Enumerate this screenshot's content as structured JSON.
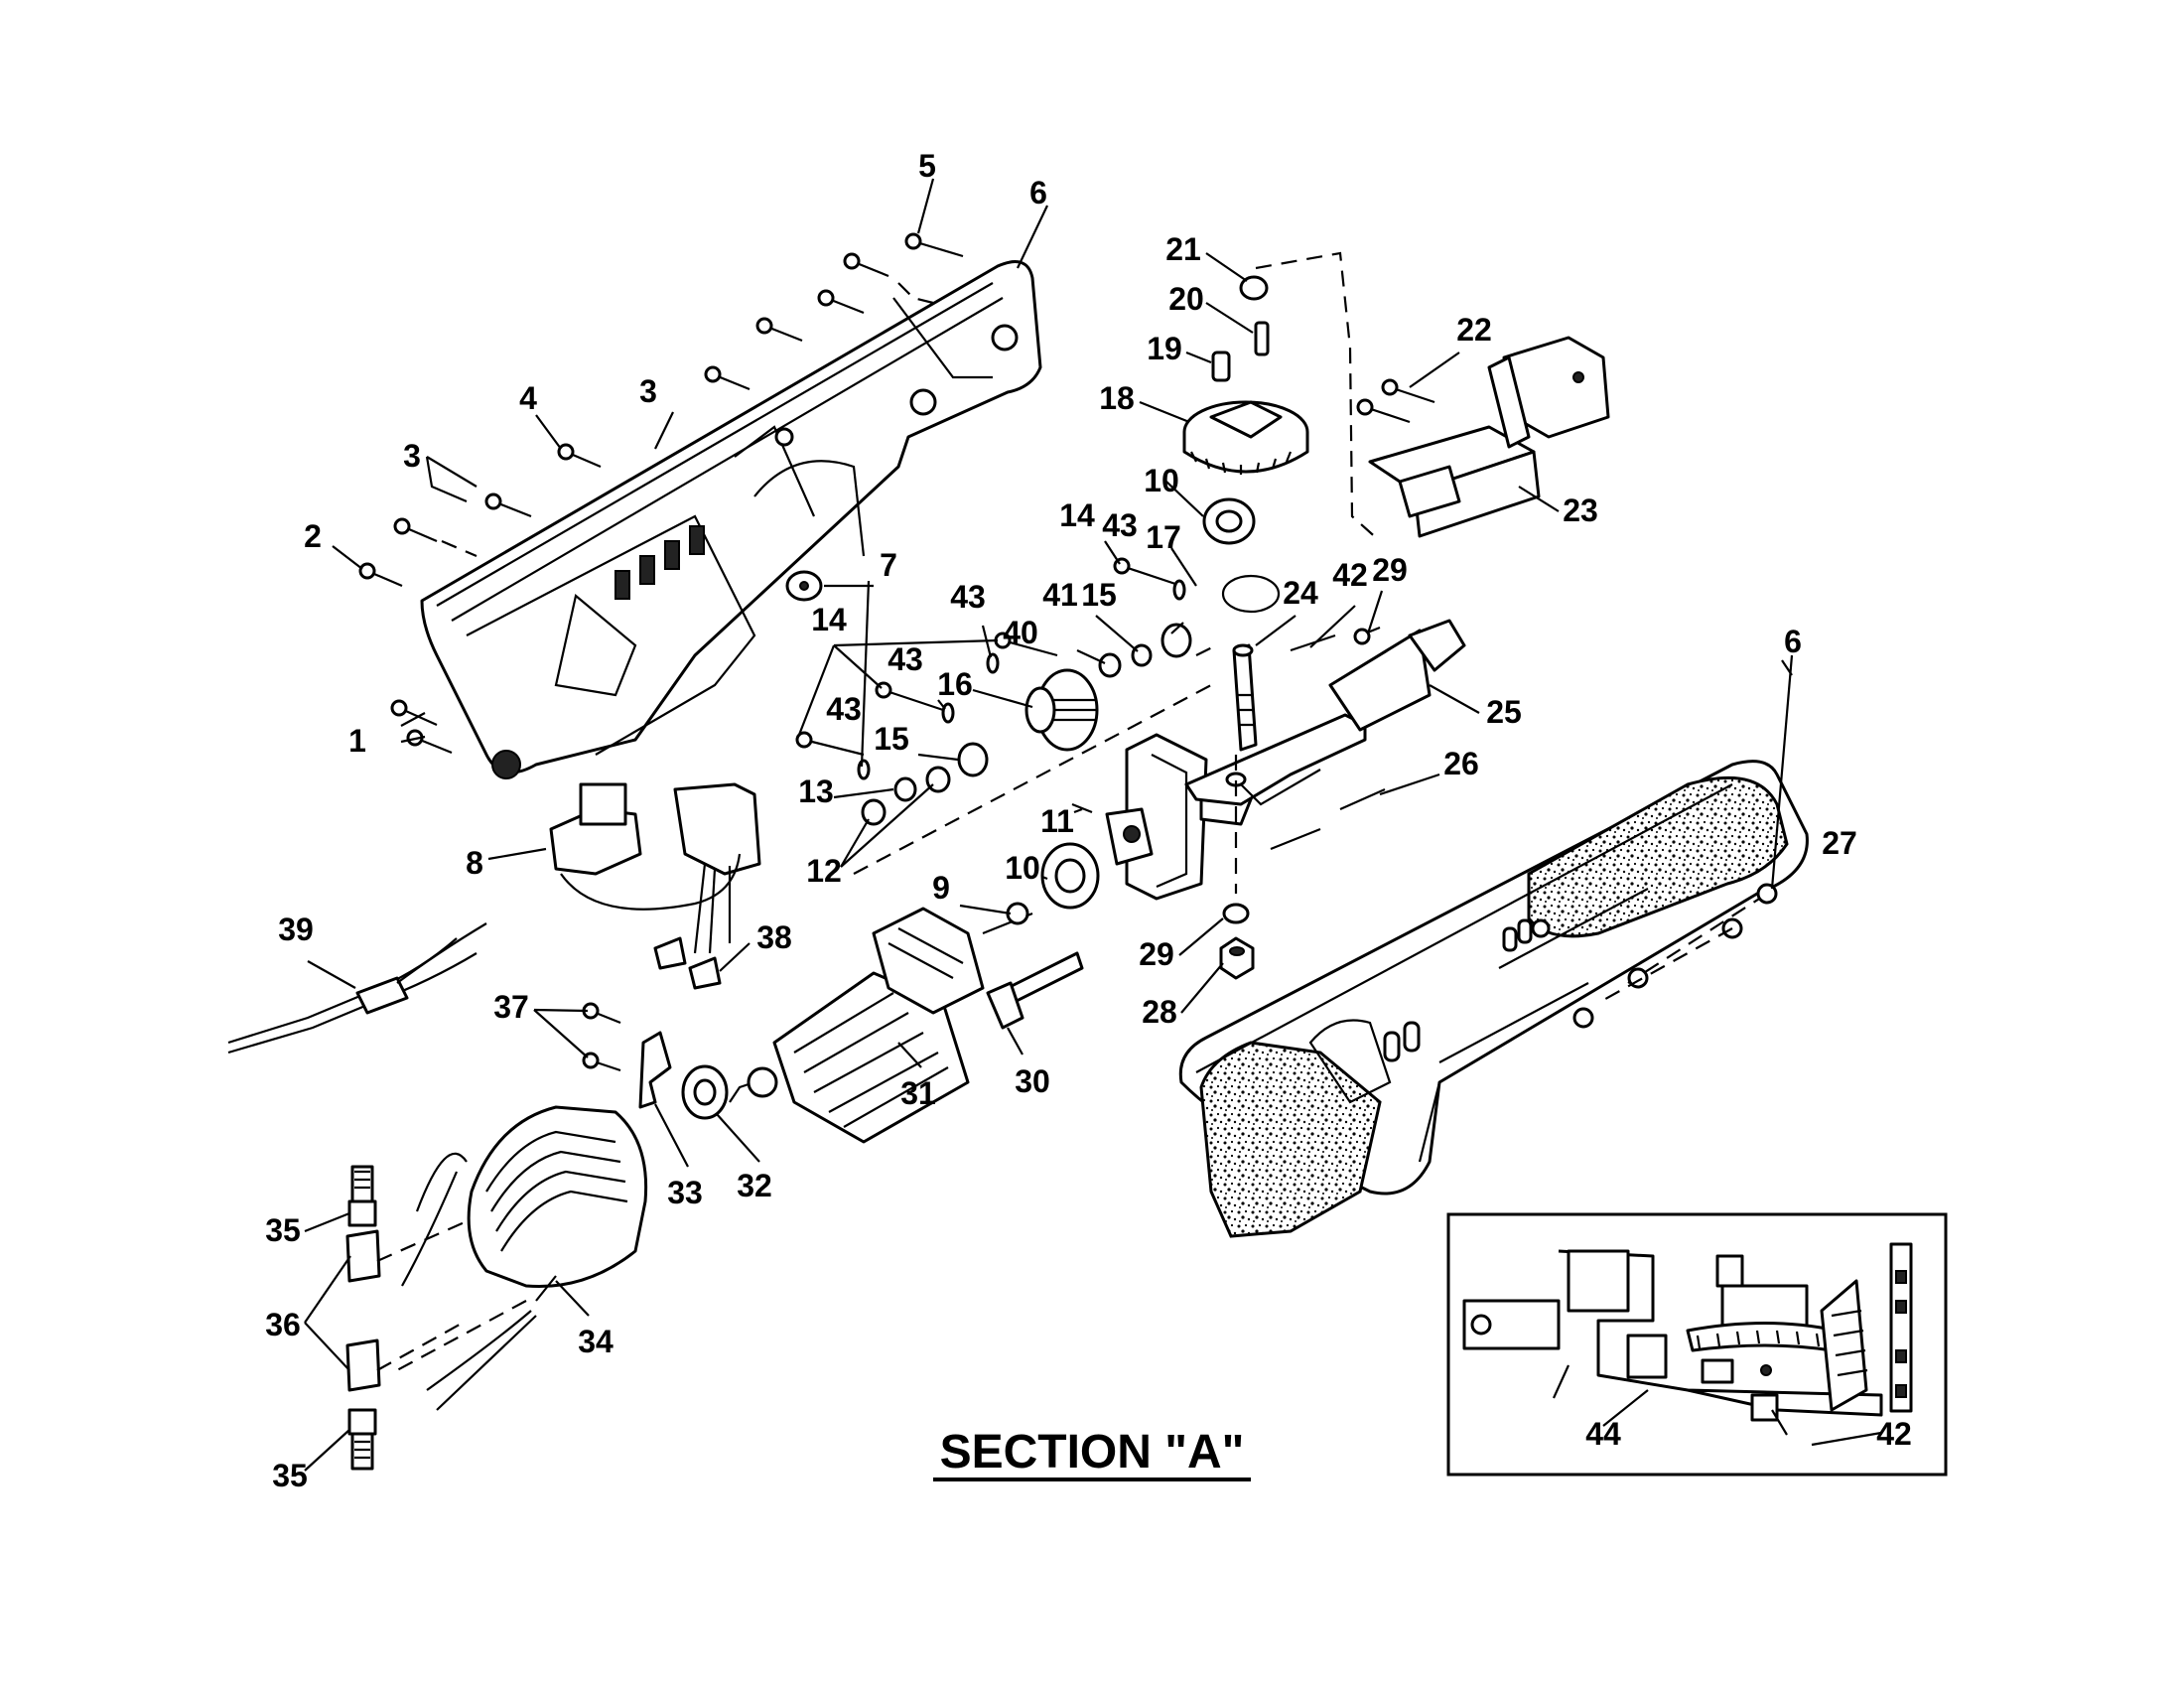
{
  "diagram": {
    "section_title": "SECTION \"A\"",
    "labels": {
      "p1": "1",
      "p2": "2",
      "p3a": "3",
      "p3b": "3",
      "p4": "4",
      "p5": "5",
      "p6a": "6",
      "p6b": "6",
      "p7": "7",
      "p8": "8",
      "p9": "9",
      "p10a": "10",
      "p10b": "10",
      "p11": "11",
      "p12": "12",
      "p13": "13",
      "p14a": "14",
      "p14b": "14",
      "p15a": "15",
      "p15b": "15",
      "p16": "16",
      "p17": "17",
      "p18": "18",
      "p19": "19",
      "p20": "20",
      "p21": "21",
      "p22": "22",
      "p23": "23",
      "p24": "24",
      "p25": "25",
      "p26": "26",
      "p27": "27",
      "p28": "28",
      "p29a": "29",
      "p29b": "29",
      "p30": "30",
      "p31": "31",
      "p32": "32",
      "p33": "33",
      "p34": "34",
      "p35a": "35",
      "p35b": "35",
      "p36": "36",
      "p37": "37",
      "p38": "38",
      "p39": "39",
      "p40": "40",
      "p41": "41",
      "p42a": "42",
      "p42b": "42",
      "p43a": "43",
      "p43b": "43",
      "p43c": "43",
      "p43d": "43",
      "p44": "44"
    }
  }
}
